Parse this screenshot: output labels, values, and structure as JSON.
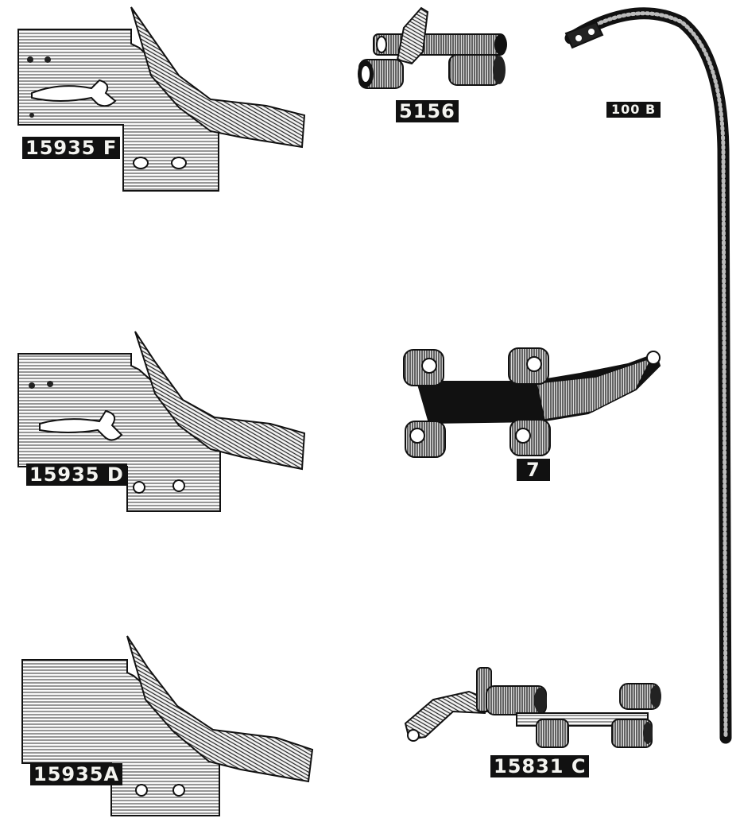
{
  "parts": [
    {
      "id": "plate-f",
      "label": "15935 F"
    },
    {
      "id": "plate-d",
      "label": "15935 D"
    },
    {
      "id": "plate-a",
      "label": "15935A"
    },
    {
      "id": "looper-5156",
      "label": "5156"
    },
    {
      "id": "lever-7",
      "label": "7"
    },
    {
      "id": "bracket-15831c",
      "label": "15831 C"
    },
    {
      "id": "rod-100b",
      "label": "100 B"
    }
  ],
  "colors": {
    "ink": "#111111",
    "paper": "#ffffff",
    "label_text": "#f4f4f0"
  }
}
